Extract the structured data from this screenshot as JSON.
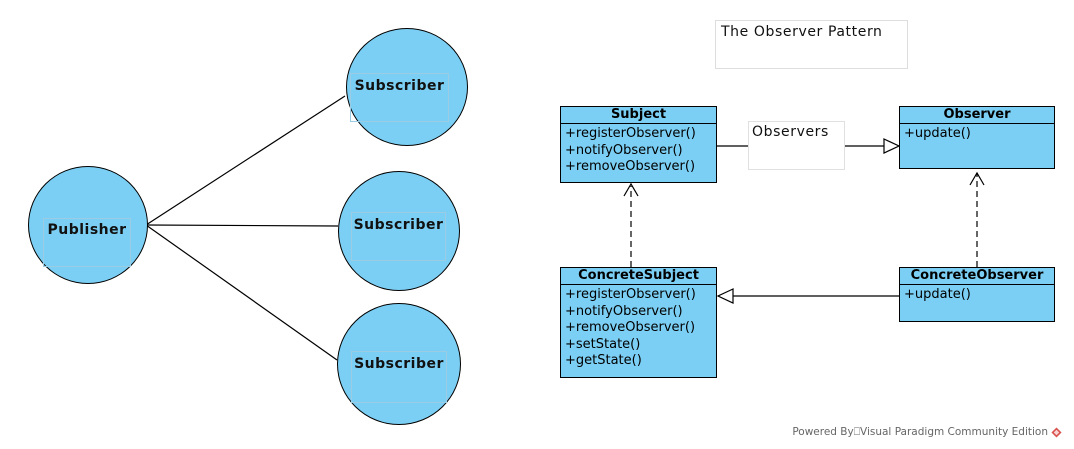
{
  "pattern_title": "The Observer Pattern",
  "publisher_diagram": {
    "publisher_label": "Publisher",
    "subscribers": [
      "Subscriber",
      "Subscriber",
      "Subscriber"
    ]
  },
  "uml": {
    "subject": {
      "name": "Subject",
      "operations": [
        "+registerObserver()",
        "+notifyObserver()",
        "+removeObserver()"
      ]
    },
    "observer": {
      "name": "Observer",
      "operations": [
        "+update()"
      ]
    },
    "concrete_subject": {
      "name": "ConcreteSubject",
      "operations": [
        "+registerObserver()",
        "+notifyObserver()",
        "+removeObserver()",
        "+setState()",
        "+getState()"
      ]
    },
    "concrete_observer": {
      "name": "ConcreteObserver",
      "operations": [
        "+update()"
      ]
    },
    "association_label": "Observers"
  },
  "footer": {
    "text": "Powered By⎕Visual Paradigm Community Edition",
    "logo_icon": "visual-paradigm-logo-icon"
  },
  "colors": {
    "fill": "#7ccff4",
    "stroke": "#000000",
    "logo": "#d9534f"
  }
}
